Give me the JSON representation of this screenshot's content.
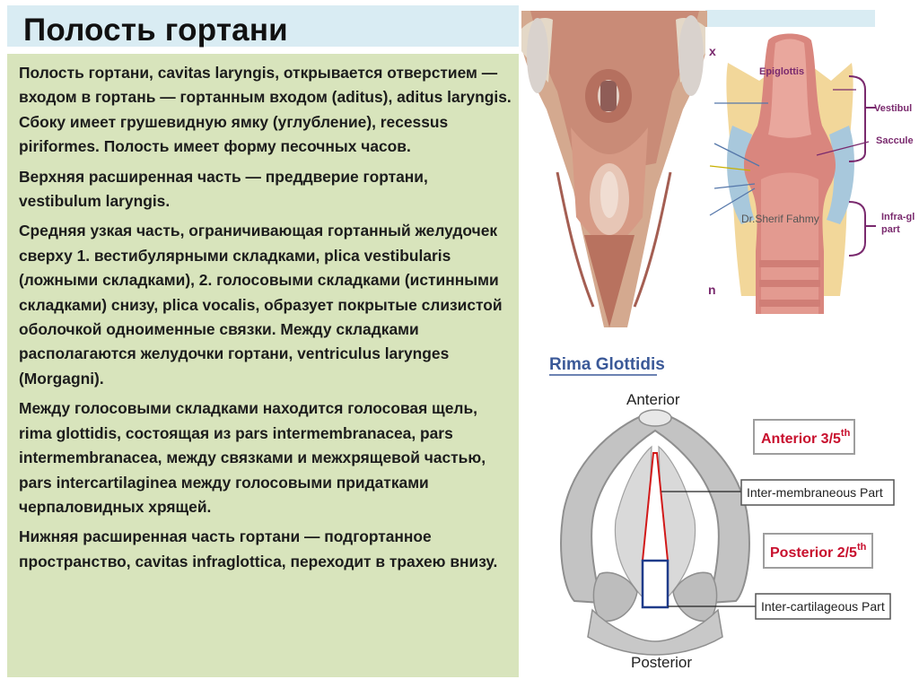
{
  "title": "Полость гортани",
  "paragraphs": [
    "Полость гортани, cavitas laryngis, открывается отверстием — входом в гортань — гортанным входом (aditus), aditus laryngis. Сбоку имеет грушевидную ямку (углубление), recessus piriformes. Полость имеет форму песочных часов.",
    "Верхняя расширенная часть — преддверие гортани, vestibulum laryngis.",
    "Средняя узкая часть, ограничивающая гортанный желудочек сверху 1. вестибулярными складками, plica vestibularis (ложными складками), 2. голосовыми складками (истинными складками) снизу, plica vocalis, образует покрытые слизистой оболочкой одноименные связки. Между складками располагаются желудочки гортани, ventriculus larynges (Morgagni).",
    "Между голосовыми складками находится голосовая щель, rima glottidis, состоящая из pars intermembranacea, pars intermembranacea, между связками и межхрящевой частью, pars intercartilaginea между голосовыми придатками черпаловидных хрящей.",
    "Нижняя расширенная часть гортани — подгортанное пространство, cavitas infraglottica, переходит в трахею внизу."
  ],
  "figure_top_right": {
    "edge_letter_top": "x",
    "edge_letter_bottom": "n",
    "labels": {
      "epiglottis": "Epiglottis",
      "vestibule": "Vestibul",
      "saccule": "Saccule",
      "infra_line1": "Infra-gl",
      "infra_line2": "part",
      "watermark": "Dr.Sherif Fahmy"
    }
  },
  "figure_rima": {
    "heading": "Rima Glottidis",
    "anterior": "Anterior",
    "posterior": "Posterior",
    "anterior_fraction": "Anterior 3/5",
    "posterior_fraction": "Posterior 2/5",
    "fraction_suffix": "th",
    "inter_membraneous": "Inter-membraneous Part",
    "inter_cartilageous": "Inter-cartilageous Part"
  },
  "colors": {
    "title_bar": "#d9ecf3",
    "text_panel": "#d8e4bc",
    "label_purple": "#7a2a6e",
    "label_red": "#c8102e",
    "heading_blue": "#3b5998"
  }
}
